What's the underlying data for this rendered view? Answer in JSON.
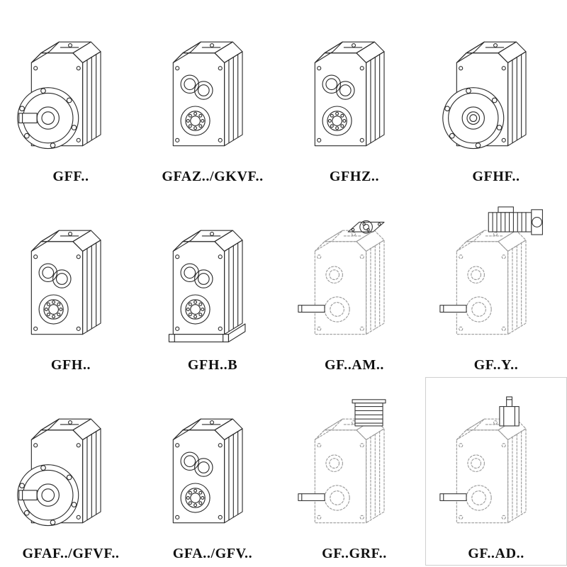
{
  "grid": {
    "columns": 4,
    "rows": 3,
    "line_color": "#2b2b2b",
    "phantom_line_color": "#9a9a9a",
    "items": [
      {
        "label": "GFF..",
        "variant": "flange-shaft",
        "drawing": "gearbox-flange-solid-shaft"
      },
      {
        "label": "GFAZ../GKVF..",
        "variant": "bores",
        "drawing": "gearbox-shaft-input"
      },
      {
        "label": "GFHZ..",
        "variant": "bores",
        "drawing": "gearbox-hollow-shaft"
      },
      {
        "label": "GFHF..",
        "variant": "flange-hollow",
        "drawing": "gearbox-hollow-flange"
      },
      {
        "label": "GFH..",
        "variant": "bores",
        "drawing": "gearbox-hollow-shaft"
      },
      {
        "label": "GFH..B",
        "variant": "bores-base",
        "drawing": "gearbox-hollow-shaft-base"
      },
      {
        "label": "GF..AM..",
        "variant": "phantom-am",
        "drawing": "gearbox-iec-motor-adapter"
      },
      {
        "label": "GF..Y..",
        "variant": "phantom-motor",
        "drawing": "gearbox-with-motor"
      },
      {
        "label": "GFAF../GFVF..",
        "variant": "flange-shaft",
        "drawing": "gearbox-flange-solid-shaft"
      },
      {
        "label": "GFA../GFV..",
        "variant": "bores",
        "drawing": "gearbox-shaft-input"
      },
      {
        "label": "GF..GRF..",
        "variant": "phantom-grf",
        "drawing": "gearbox-grf-adapter"
      },
      {
        "label": "GF..AD..",
        "variant": "phantom-ad",
        "drawing": "gearbox-input-shaft-adapter"
      }
    ]
  }
}
